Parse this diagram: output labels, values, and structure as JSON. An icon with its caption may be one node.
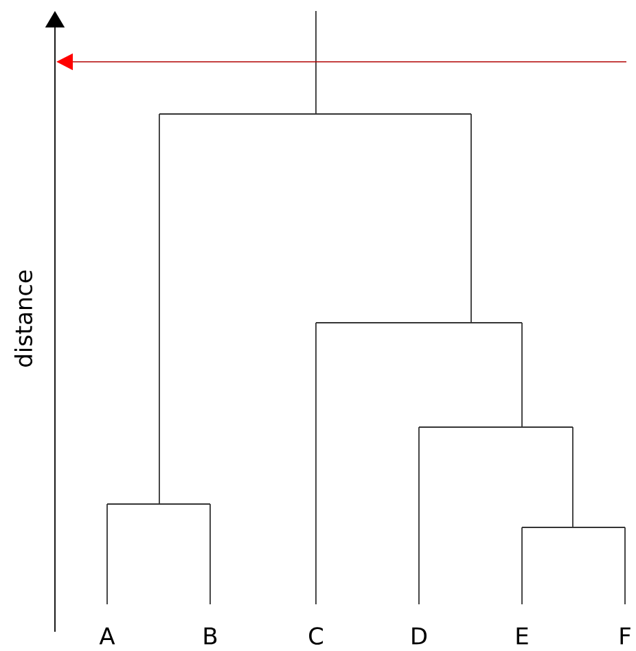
{
  "diagram": {
    "labels": [
      "distance",
      "A",
      "B",
      "C",
      "D",
      "E",
      "F"
    ]
  }
}
